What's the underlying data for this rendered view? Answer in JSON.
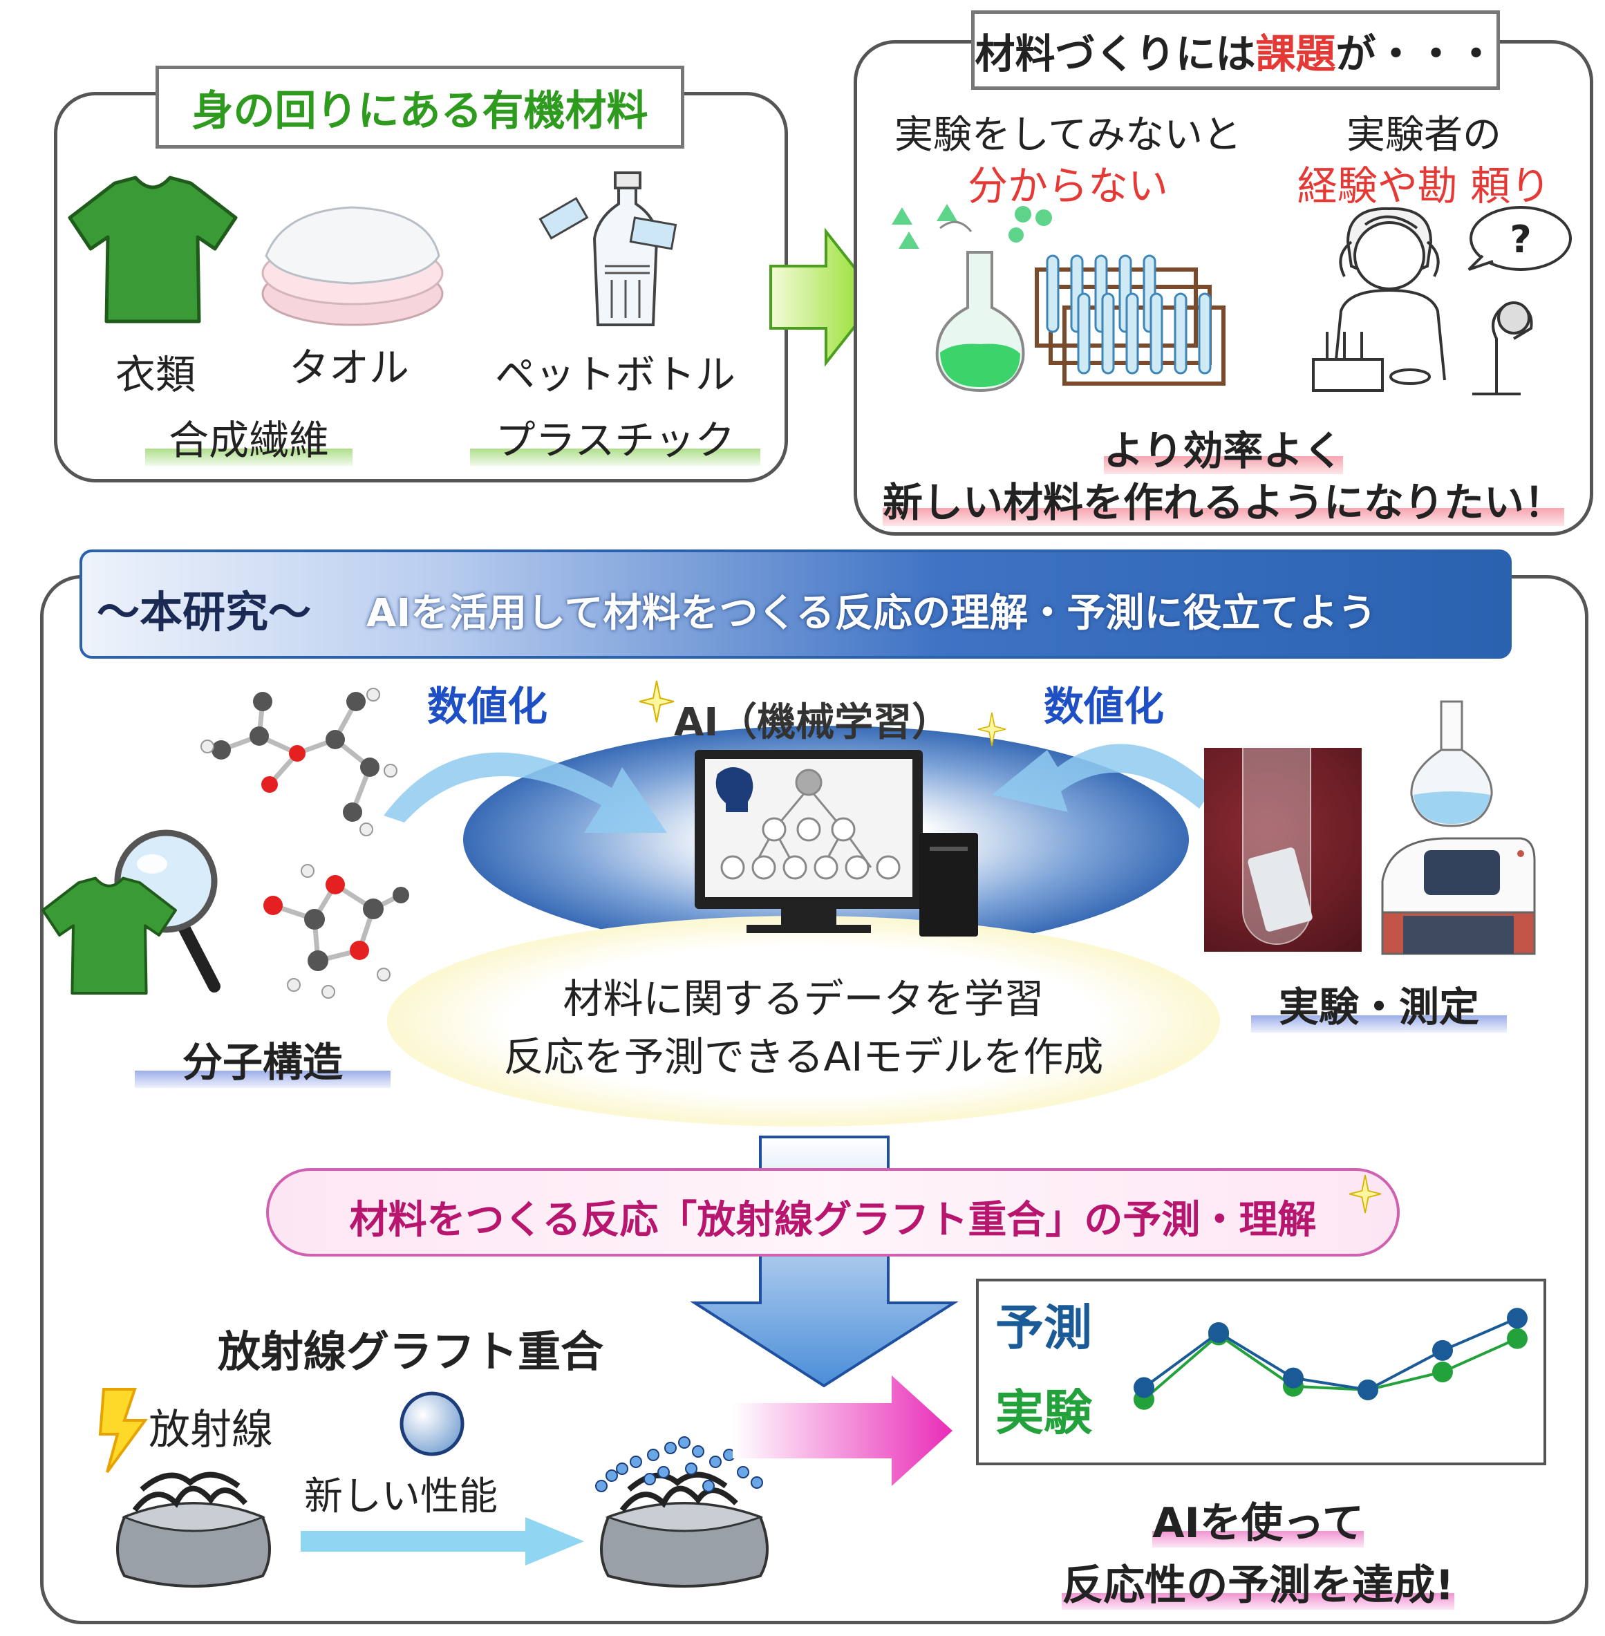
{
  "top_left": {
    "title": "身の回りにある有機材料",
    "items": [
      "衣類",
      "タオル",
      "ペットボトル"
    ],
    "groups": [
      "合成繊維",
      "プラスチック"
    ]
  },
  "top_right": {
    "title_pre": "材料づくりには",
    "title_emph": "課題",
    "title_post": "が・・・",
    "issue1_line1": "実験をしてみないと",
    "issue1_line2": "分からない",
    "issue2_line1": "実験者の",
    "issue2_line2": "経験や勘 頼り",
    "question_mark": "?",
    "goal_line1": "より効率よく",
    "goal_line2": "新しい材料を作れるようになりたい！"
  },
  "main": {
    "banner_label": "〜本研究〜",
    "banner_text": "AIを活用して材料をつくる反応の理解・予測に役立てよう",
    "digitize_left": "数値化",
    "digitize_right": "数値化",
    "ai_label": "AI（機械学習）",
    "learn_line1": "材料に関するデータを学習",
    "learn_line2": "反応を予測できるAIモデルを作成",
    "molecule_label": "分子構造",
    "experiment_label": "実験・測定",
    "reaction_banner": "材料をつくる反応「放射線グラフト重合」の予測・理解",
    "grafting_title": "放射線グラフト重合",
    "radiation_label": "放射線",
    "new_performance": "新しい性能",
    "conclusion_line1": "AIを使って",
    "conclusion_line2": "反応性の予測を達成!"
  },
  "chart_data": {
    "type": "line",
    "x": [
      1,
      2,
      3,
      4,
      5,
      6
    ],
    "series": [
      {
        "name": "予測",
        "values": [
          0.42,
          0.88,
          0.5,
          0.4,
          0.73,
          1.0
        ]
      },
      {
        "name": "実験",
        "values": [
          0.32,
          0.86,
          0.43,
          0.4,
          0.55,
          0.83
        ]
      }
    ],
    "ylim": [
      0,
      1.1
    ],
    "colors": {
      "予測": "#1a5a96",
      "実験": "#23a23c"
    }
  },
  "colors": {
    "green_title": "#2e9b1f",
    "red_emph": "#e53935",
    "banner_blue": "#2a62b0",
    "pink_text": "#b8156e",
    "pred_blue": "#1a5a96",
    "exp_green": "#23a23c"
  }
}
